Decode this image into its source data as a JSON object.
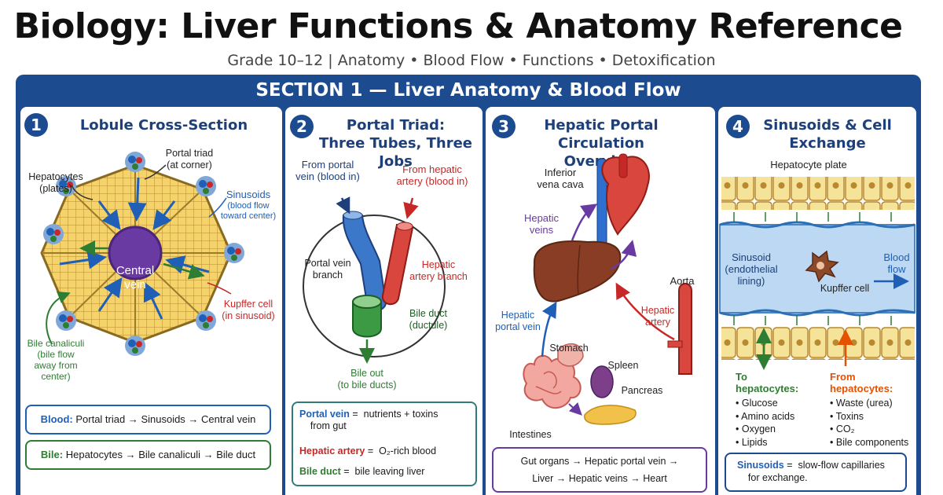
{
  "header": {
    "title": "Biology: Liver Functions & Anatomy Reference",
    "subtitle": "Grade 10–12  |  Anatomy • Blood Flow • Functions • Detoxification"
  },
  "section": {
    "title": "SECTION 1 — Liver Anatomy & Blood Flow"
  },
  "colors": {
    "navy": "#1d4b8f",
    "blood_in_vein": "#1f5fb5",
    "artery": "#c62828",
    "bile": "#2e7d32",
    "outflow": "#6a3aa3",
    "from_hepatocytes": "#e65100"
  },
  "panel1": {
    "number": "1",
    "title": "Lobule Cross-Section",
    "labels": {
      "portal_triad": "Portal triad\n(at corner)",
      "hepatocytes": "Hepatocytes\n(plates)",
      "sinusoids": "Sinusoids",
      "sinusoids_note": "(blood flow\ntoward center)",
      "central_vein": "Central\nvein",
      "kupffer": "Kupffer cell\n(in sinusoid)",
      "bile_canaliculi": "Bile canaliculi\n(bile flow\naway from\ncenter)"
    },
    "flow_blood": {
      "label": "Blood:",
      "text": "Portal triad  →  Sinusoids  →  Central vein"
    },
    "flow_bile": {
      "label": "Bile:",
      "text": "Hepatocytes  →  Bile canaliculi  →  Bile duct"
    }
  },
  "panel2": {
    "number": "2",
    "title": "Portal Triad:\nThree Tubes, Three Jobs",
    "labels": {
      "from_portal_vein": "From portal\nvein (blood in)",
      "from_hepatic_artery": "From hepatic\nartery (blood in)",
      "portal_vein_branch": "Portal vein\nbranch",
      "hepatic_artery_branch": "Hepatic\nartery branch",
      "bile_duct": "Bile duct\n(ductule)",
      "bile_out": "Bile out\n(to bile ducts)"
    },
    "legend": [
      {
        "term": "Portal vein",
        "def": "=  nutrients + toxins\n    from gut"
      },
      {
        "term": "Hepatic artery",
        "def": "=  O₂-rich blood"
      },
      {
        "term": "Bile duct",
        "def": "=  bile leaving liver"
      }
    ]
  },
  "panel3": {
    "number": "3",
    "title": "Hepatic Portal\nCirculation Overview",
    "labels": {
      "ivc": "Inferior\nvena cava",
      "hepatic_veins": "Hepatic\nveins",
      "aorta": "Aorta",
      "hepatic_artery": "Hepatic\nartery",
      "hepatic_portal_vein": "Hepatic\nportal vein",
      "stomach": "Stomach",
      "spleen": "Spleen",
      "pancreas": "Pancreas",
      "intestines": "Intestines"
    },
    "summary_line1": "Gut organs  →  Hepatic portal vein  →",
    "summary_line2": "Liver   →  Hepatic veins   →  Heart"
  },
  "panel4": {
    "number": "4",
    "title": "Sinusoids & Cell\nExchange",
    "labels": {
      "hepatocyte_plate": "Hepatocyte plate",
      "sinusoid": "Sinusoid\n(endothelial\nlining)",
      "kupffer": "Kupffer cell",
      "blood_flow": "Blood\nflow"
    },
    "to_hepatocytes": {
      "title": "To\nhepatocytes:",
      "items": [
        "Glucose",
        "Amino acids",
        "Oxygen",
        "Lipids"
      ]
    },
    "from_hepatocytes": {
      "title": "From\nhepatocytes:",
      "items": [
        "Waste (urea)",
        "Toxins",
        "CO₂",
        "Bile components"
      ]
    },
    "note_term": "Sinusoids",
    "note_text": "=  slow-flow capillaries\n    for exchange."
  }
}
